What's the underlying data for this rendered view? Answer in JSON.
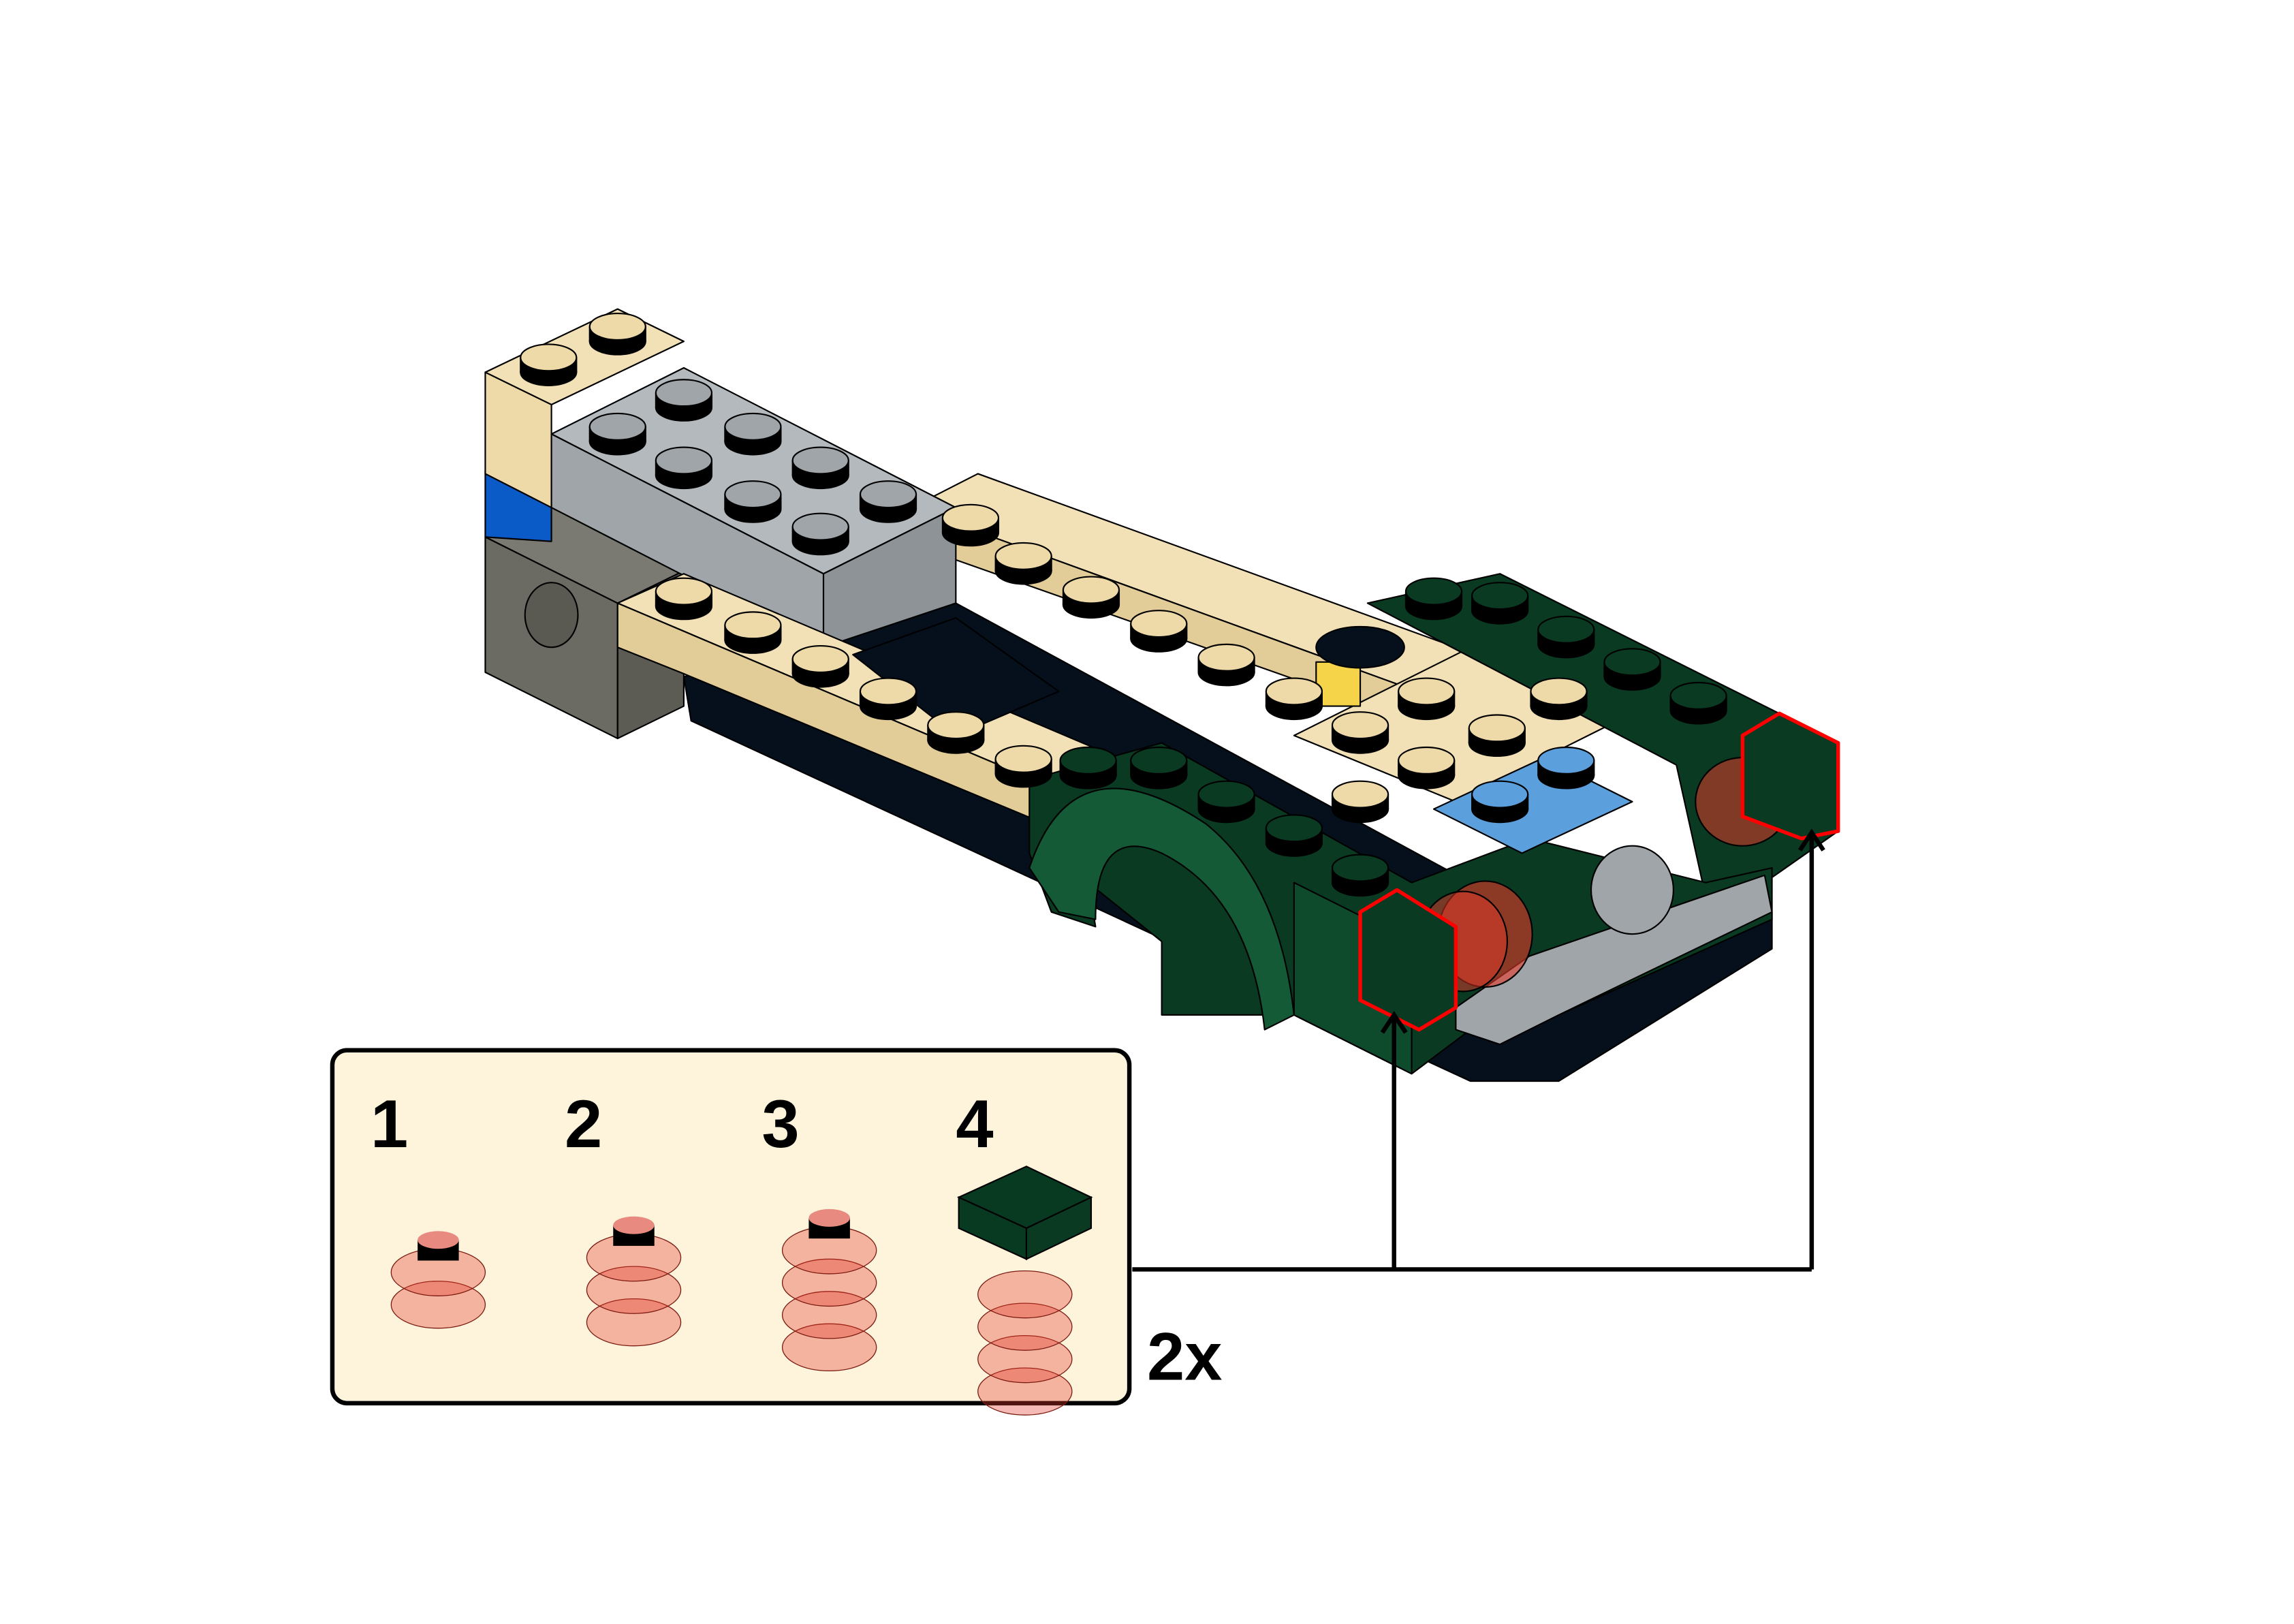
{
  "callout": {
    "steps": [
      {
        "number": "1",
        "label": "step-1"
      },
      {
        "number": "2",
        "label": "step-2"
      },
      {
        "number": "3",
        "label": "step-3"
      },
      {
        "number": "4",
        "label": "step-4"
      }
    ],
    "multiplier": "2x"
  },
  "colors": {
    "callout_bg": "#fef4dc",
    "tan": "#eed9a8",
    "light_gray": "#a0a5a9",
    "dark_gray": "#6b6b63",
    "dark_green": "#0a3a22",
    "trans_red": "#e23a2a",
    "black": "#05101c",
    "blue": "#0a5ac8",
    "medium_blue": "#5b9fdc",
    "highlight_red": "#ff0000"
  }
}
